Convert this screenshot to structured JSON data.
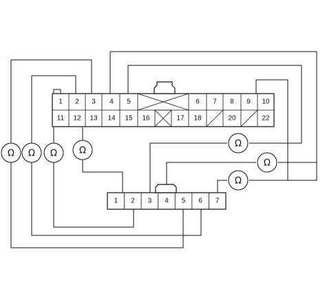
{
  "connector_a": {
    "top_row": [
      "1",
      "2",
      "3",
      "4",
      "5",
      "",
      "6",
      "7",
      "8",
      "9",
      "10"
    ],
    "bottom_row": [
      "11",
      "12",
      "13",
      "14",
      "15",
      "16",
      "",
      "17",
      "18",
      "",
      "20",
      "22"
    ]
  },
  "connector_b": {
    "pins": [
      "1",
      "2",
      "3",
      "4",
      "5",
      "6",
      "7"
    ]
  },
  "meter_symbol": "Ω"
}
